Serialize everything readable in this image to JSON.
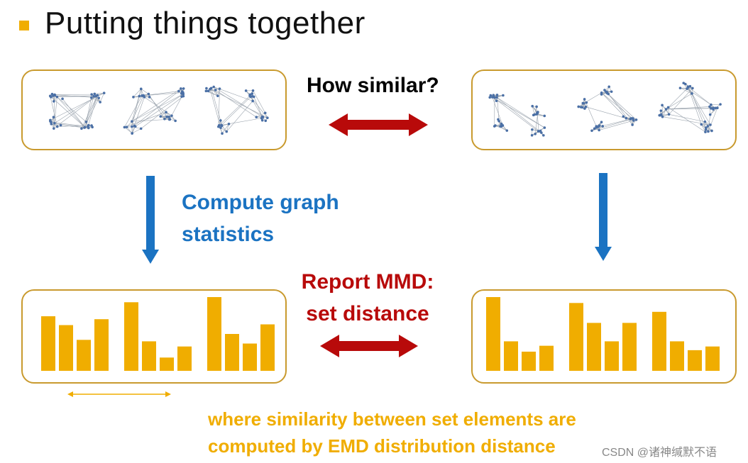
{
  "title": "Putting things together",
  "labels": {
    "how_similar": "How similar?",
    "compute_line1": "Compute graph",
    "compute_line2": "statistics",
    "report_line1": "Report MMD:",
    "report_line2": "set distance",
    "where_line1": "where similarity between set elements are",
    "where_line2": "computed by EMD distribution distance",
    "watermark": "CSDN @诸神缄默不语"
  },
  "histograms": {
    "left": [
      [
        0.74,
        0.62,
        0.42,
        0.7
      ],
      [
        0.93,
        0.4,
        0.18,
        0.33
      ],
      [
        1.0,
        0.5,
        0.37,
        0.63
      ]
    ],
    "right": [
      [
        1.0,
        0.4,
        0.26,
        0.34
      ],
      [
        0.92,
        0.65,
        0.4,
        0.65
      ],
      [
        0.8,
        0.4,
        0.28,
        0.33
      ]
    ]
  },
  "colors": {
    "bar": "#f0ad00",
    "box_border": "#c99a2e",
    "blue_arrow": "#1b73c2",
    "red_arrow": "#b80a0a",
    "graph_edge": "#9aa3ad",
    "graph_node": "#4a6fa5"
  }
}
